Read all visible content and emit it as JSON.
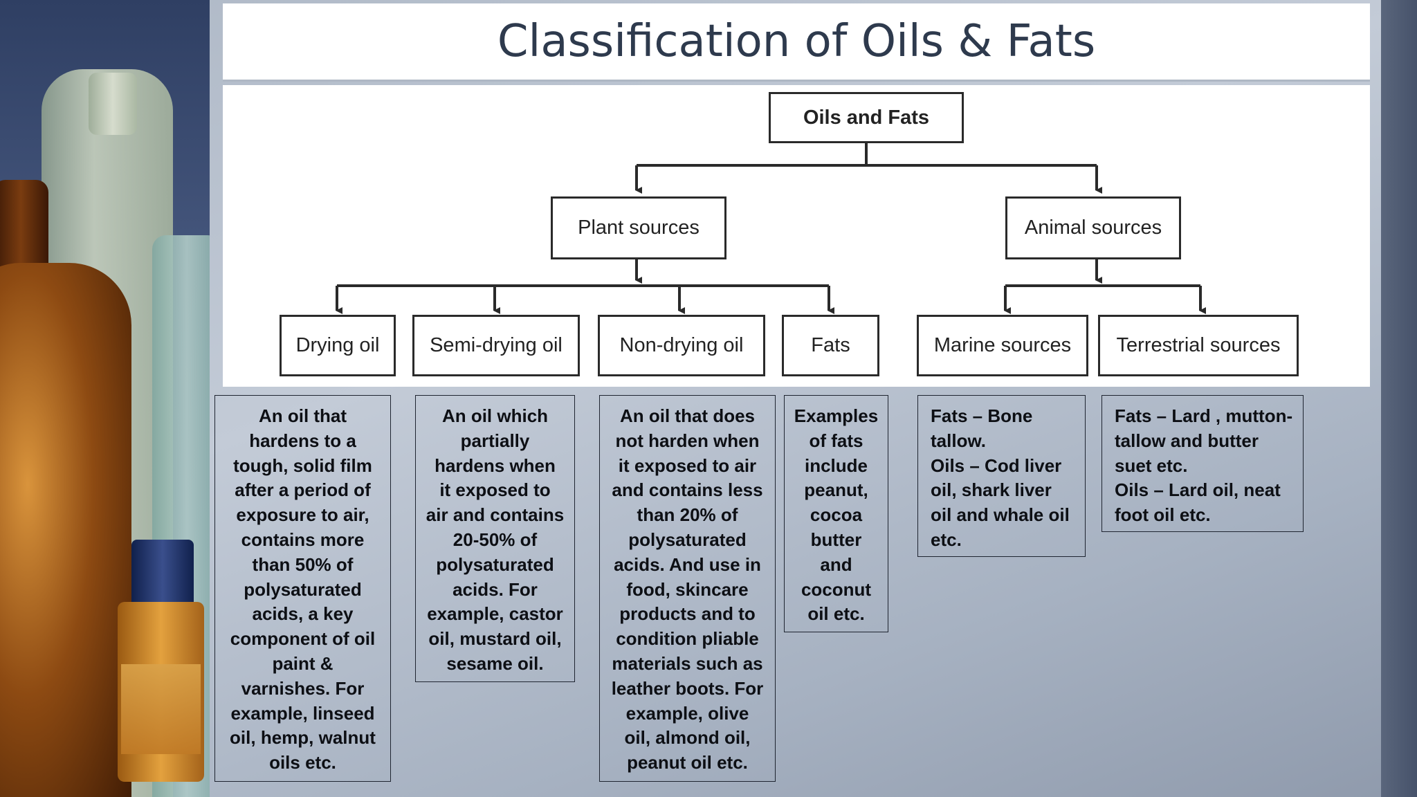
{
  "title": "Classification of Oils & Fats",
  "diagram": {
    "root": "Oils and Fats",
    "level1": [
      "Plant sources",
      "Animal sources"
    ],
    "plant_children": [
      "Drying oil",
      "Semi-drying oil",
      "Non-drying oil",
      "Fats"
    ],
    "animal_children": [
      "Marine sources",
      "Terrestrial sources"
    ]
  },
  "descriptions": [
    "An oil that\nhardens to a\ntough, solid film\nafter a period of\nexposure to air,\ncontains more\nthan 50% of\npolysaturated\nacids, a key\ncomponent of oil\npaint &\nvarnishes. For\nexample, linseed\noil, hemp, walnut\noils etc.",
    "An oil which\npartially\nhardens when\nit exposed to\nair and contains\n20-50% of\npolysaturated\nacids. For\nexample, castor\noil, mustard oil,\nsesame oil.",
    "An oil that does\nnot harden when\nit exposed to air\nand contains  less\nthan 20% of\npolysaturated\nacids. And use in\nfood, skincare\nproducts and to\ncondition pliable\nmaterials such as\nleather boots. For\nexample, olive\noil, almond oil,\npeanut oil etc.",
    "Examples\nof fats\ninclude\npeanut,\ncocoa\nbutter\nand\ncoconut\noil etc.",
    "Fats – Bone\ntallow.\nOils – Cod liver\noil, shark liver\noil and whale oil\netc.",
    "Fats – Lard , mutton-\ntallow and butter\nsuet etc.\nOils – Lard oil, neat\nfoot oil etc."
  ]
}
